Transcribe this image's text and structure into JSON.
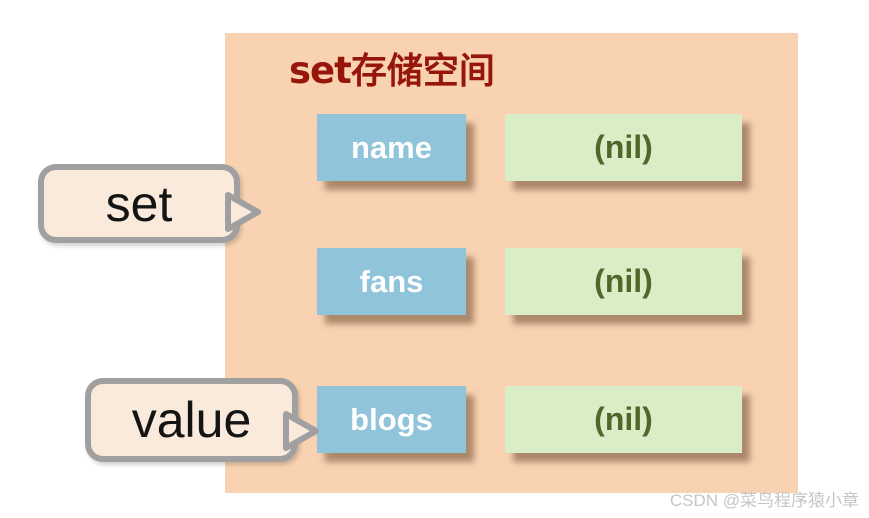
{
  "panel": {
    "title_en": "set",
    "title_cjk": "存储空间"
  },
  "rows": [
    {
      "key": "name",
      "value": "(nil)"
    },
    {
      "key": "fans",
      "value": "(nil)"
    },
    {
      "key": "blogs",
      "value": "(nil)"
    }
  ],
  "callouts": {
    "set": {
      "label": "set"
    },
    "value": {
      "label": "value"
    }
  },
  "watermark": "CSDN @菜鸟程序猿小章",
  "colors": {
    "panel_bg": "#F9D3B1",
    "key_bg": "#8FC4DA",
    "value_bg": "#D9EEC7",
    "value_text": "#52662A",
    "title_text": "#96170A",
    "callout_bg": "#FAEADC",
    "callout_border": "#A0A0A0",
    "watermark_text": "#C6C6C6"
  }
}
